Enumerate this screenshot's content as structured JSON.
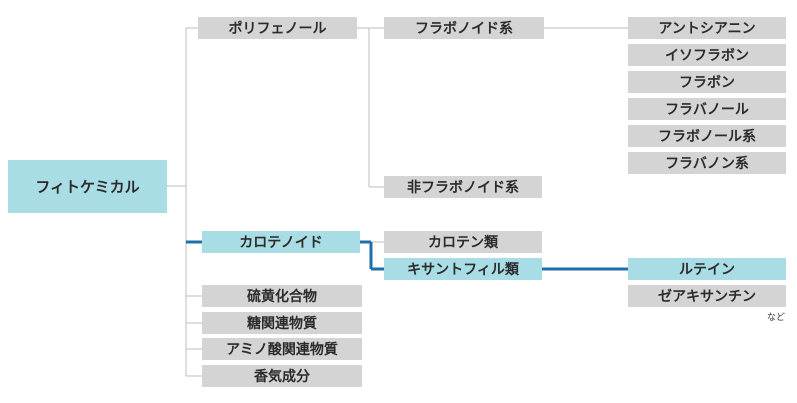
{
  "colors": {
    "gray_box": "#d4d4d4",
    "highlight_box": "#a9dde5",
    "line_gray": "#bdbdbd",
    "line_highlight": "#1f6fa8"
  },
  "root": {
    "label": "フィトケミカル"
  },
  "level1": {
    "polyphenol": "ポリフェノール",
    "carotenoid": "カロテノイド",
    "sulfur": "硫黄化合物",
    "sugar": "糖関連物質",
    "amino": "アミノ酸関連物質",
    "aroma": "香気成分"
  },
  "level2": {
    "flavonoid": "フラボノイド系",
    "nonflavonoid": "非フラボノイド系",
    "carotene": "カロテン類",
    "xanthophyll": "キサントフィル類"
  },
  "level3": {
    "flavonoid_items": [
      "アントシアニン",
      "イソフラボン",
      "フラボン",
      "フラバノール",
      "フラボノール系",
      "フラバノン系"
    ],
    "xanthophyll_items": [
      "ルテイン",
      "ゼアキサンチン"
    ]
  },
  "note": "など"
}
